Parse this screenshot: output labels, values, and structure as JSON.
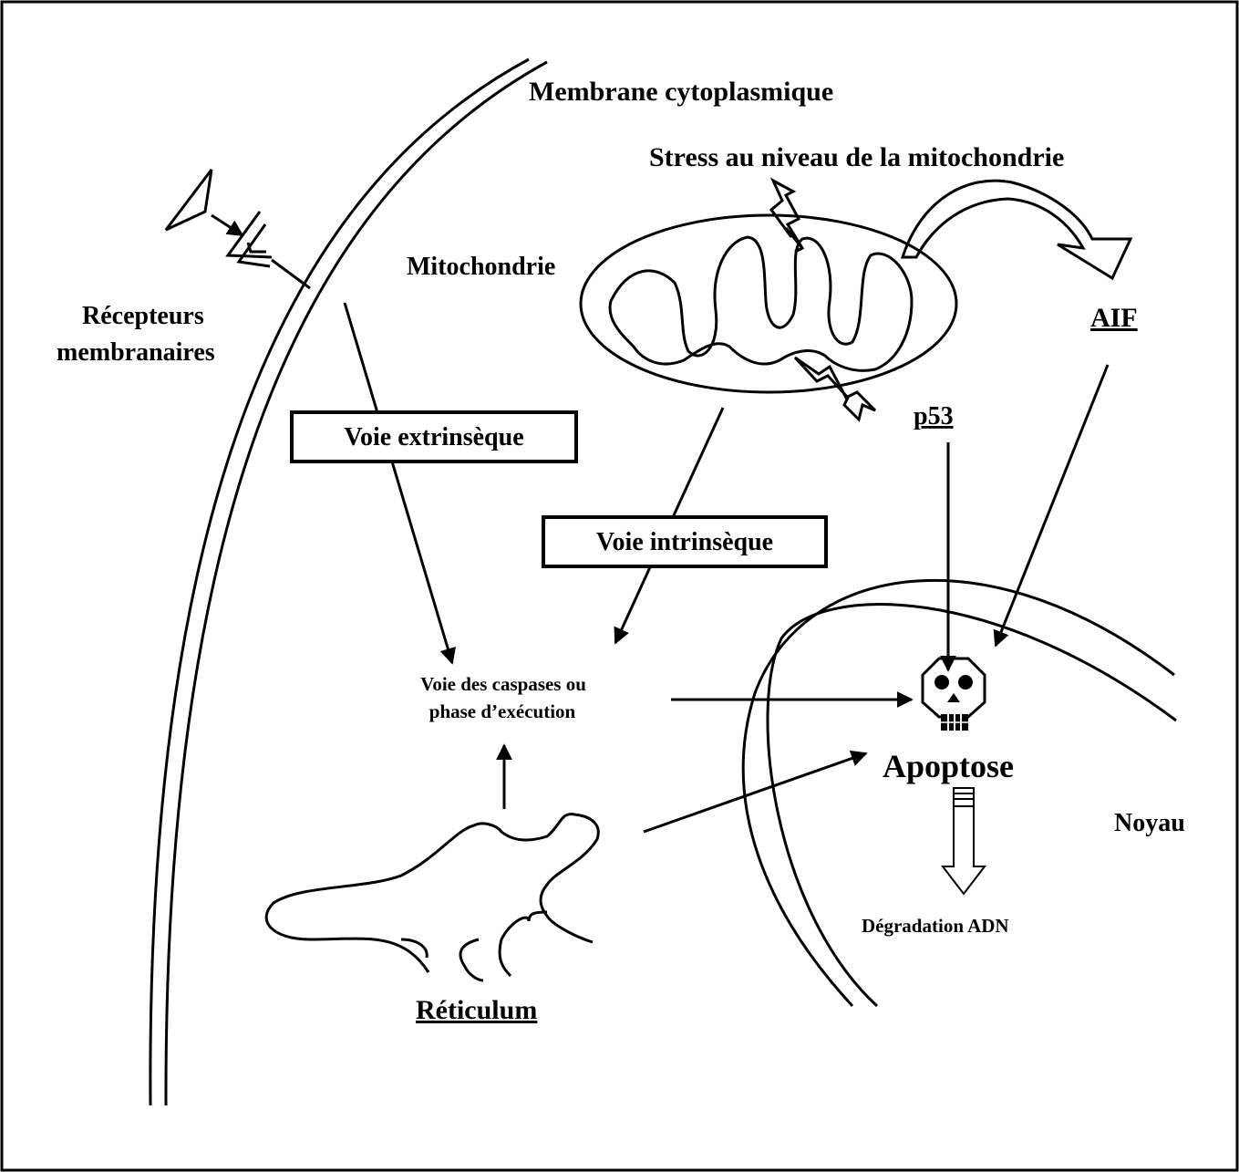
{
  "labels": {
    "membrane": "Membrane cytoplasmique",
    "stress": "Stress au niveau de la mitochondrie",
    "mitochondrie": "Mitochondrie",
    "recepteurs_line1": "Récepteurs",
    "recepteurs_line2": "membranaires",
    "aif": "AIF",
    "p53": "p53",
    "voie_extrinseque": "Voie extrinsèque",
    "voie_intrinseque": "Voie intrinsèque",
    "caspases_line1": "Voie des caspases ou",
    "caspases_line2": "phase d’exécution",
    "apoptose": "Apoptose",
    "noyau": "Noyau",
    "degradation": "Dégradation ADN",
    "reticulum": "Réticulum"
  },
  "colors": {
    "stroke": "#000000",
    "background": "#ffffff"
  },
  "icons": [
    "skull-icon",
    "lightning-bolt-icon",
    "ligand-triangle-icon",
    "hollow-arrow-icon"
  ]
}
